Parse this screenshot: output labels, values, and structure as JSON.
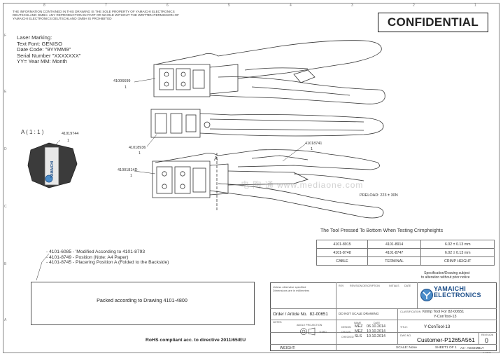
{
  "notice": "THE INFORMATION CONTAINED IN THIS DRAWING IS THE SOLE PROPERTY OF YAMAICHI ELECTRONICS DEUTSCHLAND GmbH. ANY REPRODUCTION IN PART OR WHOLE WITHOUT THE WRITTEN PERMISSION OF YAMAICHI ELECTRONICS DEUTSCHLAND GmbH IS PROHIBITED",
  "confidential": "CONFIDENTIAL",
  "laser_marking": [
    "Laser Marking:",
    "Text Font: GENISO",
    "Date Code: \"9YYMM9\"",
    "Serial Number \"XXXXXXX\"",
    "YY= Year MM: Month"
  ],
  "callouts": {
    "c1": "41006699",
    "c1n": "1",
    "c2": "41018936",
    "c2n": "1",
    "c3": "41001814D",
    "c3n": "1",
    "c4": "41018741",
    "c4n": "1",
    "c5": "41019744",
    "c5n": "1",
    "preload": "PRELOAD: 223 ± 30N"
  },
  "detail_label": "A ( 1 : 1 )",
  "section_letter": "A",
  "side_logo": "YAMAICHI",
  "side_logo_sub": "ELECTRONICS",
  "test_title": "The Tool Pressed To Bottom  When Testing Crimpheights",
  "crimp_table": [
    [
      "4101-8915",
      "4101-8914",
      "6.02 ± 0.13 mm"
    ],
    [
      "4101-8748",
      "4101-8747",
      "6.02 ± 0.13 mm"
    ],
    [
      "CABLE",
      "TERMINAL",
      "CRIMP HEIGHT"
    ]
  ],
  "spec_note": [
    "Specification/Drawing subject",
    "to alteration without prior notice"
  ],
  "revisions": [
    "- 4101-6085  -  'Modified According to 4101-8793",
    "- 4101-8749  -  Position (Note: A4 Paper)",
    "- 4101-8745  -  Placering Position A (Folded to the Backside)"
  ],
  "packed_text": "Packed according to Drawing 4101-4800",
  "rohs": "RoHS compliant acc. to directive 2011/65/EU",
  "title_block": {
    "unless1": "Unless otherwise specified",
    "unless2": "Dimensions are in millimeters",
    "rev_h": "REV",
    "revdesc_h": "REVISION DESCRIPTION",
    "initials_h": "INITIALS",
    "date_h": "DATE",
    "logo_line1": "YAMAICHI",
    "logo_line2": "ELECTRONICS",
    "order_label": "Order / Article No.",
    "order_no": "82-00651",
    "notes": "NOTES:",
    "do_not_scale": "DO NOT SCALE DRAWING",
    "classification_h": "CLASSIFICATION",
    "classification": "Krimp Tool For 82-00651",
    "class_sub": "Y-ConTool-13",
    "name_h": "NAME",
    "date_col_h": "DATE",
    "title_h": "TITLE:",
    "title": "Y-ConTool-13",
    "angle_proj": "ANGLE PROJECTION",
    "third": "THIRD",
    "design_h": "DESIGN",
    "drawn_h": "DRAWN",
    "checked_h": "CHECKED",
    "design_name": "MEZ",
    "design_date": "06.10.2014",
    "drawn_name": "MEZ",
    "drawn_date": "10.10.2014",
    "checked_name": "SLS",
    "checked_date": "10.10.2014",
    "dwg_h": "DWG NO.",
    "dwg_no": "Customer-P1265A561",
    "revision_h": "REVISION",
    "revision": "0",
    "weight": "WEIGHT:",
    "scale": "SCALE: None",
    "sheet": "SHEET1  OF 1",
    "format": "A3 - ASSEMBLY",
    "tiny_code": "4.1.2014"
  },
  "grid_numbers": [
    "8",
    "7",
    "6",
    "5",
    "4",
    "3",
    "2",
    "1"
  ],
  "grid_letters": [
    "F",
    "E",
    "D",
    "C",
    "B",
    "A"
  ],
  "watermark": "电 陶 通   www.mediaone.com"
}
